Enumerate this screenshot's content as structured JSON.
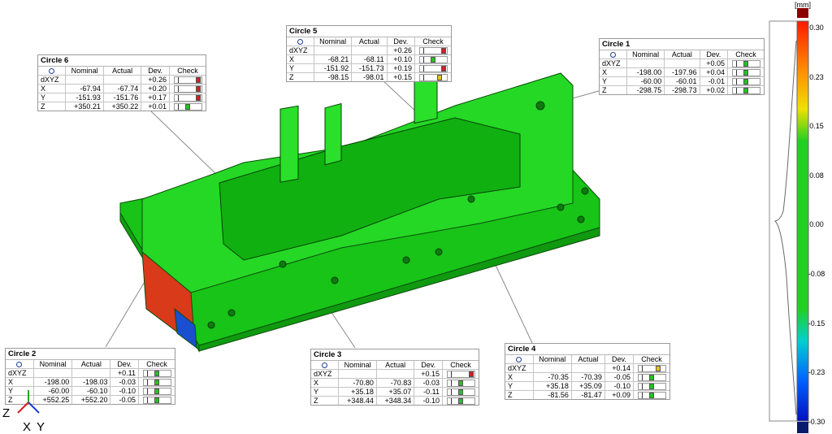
{
  "header": {
    "col_nominal": "Nominal",
    "col_actual": "Actual",
    "col_dev": "Dev.",
    "col_check": "Check"
  },
  "colors": {
    "model_green": "#1fd81f",
    "in_tolerance": "#22c322",
    "over_tolerance": "#cc2222",
    "warning": "#e8c020"
  },
  "circles": [
    {
      "title": "Circle 6",
      "rows": [
        {
          "label": "dXYZ",
          "nominal": "",
          "actual": "",
          "dev": "+0.26",
          "check": "red"
        },
        {
          "label": "X",
          "nominal": "-67.94",
          "actual": "-67.74",
          "dev": "+0.20",
          "check": "red"
        },
        {
          "label": "Y",
          "nominal": "-151.93",
          "actual": "-151.76",
          "dev": "+0.17",
          "check": "red"
        },
        {
          "label": "Z",
          "nominal": "+350.21",
          "actual": "+350.22",
          "dev": "+0.01",
          "check": "green"
        }
      ]
    },
    {
      "title": "Circle 5",
      "rows": [
        {
          "label": "dXYZ",
          "nominal": "",
          "actual": "",
          "dev": "+0.26",
          "check": "red"
        },
        {
          "label": "X",
          "nominal": "-68.21",
          "actual": "-68.11",
          "dev": "+0.10",
          "check": "green"
        },
        {
          "label": "Y",
          "nominal": "-151.92",
          "actual": "-151.73",
          "dev": "+0.19",
          "check": "red"
        },
        {
          "label": "Z",
          "nominal": "-98.15",
          "actual": "-98.01",
          "dev": "+0.15",
          "check": "yellow"
        }
      ]
    },
    {
      "title": "Circle 1",
      "rows": [
        {
          "label": "dXYZ",
          "nominal": "",
          "actual": "",
          "dev": "+0.05",
          "check": "green"
        },
        {
          "label": "X",
          "nominal": "-198.00",
          "actual": "-197.96",
          "dev": "+0.04",
          "check": "green"
        },
        {
          "label": "Y",
          "nominal": "-60.00",
          "actual": "-60.01",
          "dev": "-0.01",
          "check": "green"
        },
        {
          "label": "Z",
          "nominal": "-298.75",
          "actual": "-298.73",
          "dev": "+0.02",
          "check": "green"
        }
      ]
    },
    {
      "title": "Circle 2",
      "rows": [
        {
          "label": "dXYZ",
          "nominal": "",
          "actual": "",
          "dev": "+0.11",
          "check": "green"
        },
        {
          "label": "X",
          "nominal": "-198.00",
          "actual": "-198.03",
          "dev": "-0.03",
          "check": "green"
        },
        {
          "label": "Y",
          "nominal": "-60.00",
          "actual": "-60.10",
          "dev": "-0.10",
          "check": "green"
        },
        {
          "label": "Z",
          "nominal": "+552.25",
          "actual": "+552.20",
          "dev": "-0.05",
          "check": "green"
        }
      ]
    },
    {
      "title": "Circle 3",
      "rows": [
        {
          "label": "dXYZ",
          "nominal": "",
          "actual": "",
          "dev": "+0.15",
          "check": "red"
        },
        {
          "label": "X",
          "nominal": "-70.80",
          "actual": "-70.83",
          "dev": "-0.03",
          "check": "green"
        },
        {
          "label": "Y",
          "nominal": "+35.18",
          "actual": "+35.07",
          "dev": "-0.11",
          "check": "green"
        },
        {
          "label": "Z",
          "nominal": "+348.44",
          "actual": "+348.34",
          "dev": "-0.10",
          "check": "green"
        }
      ]
    },
    {
      "title": "Circle 4",
      "rows": [
        {
          "label": "dXYZ",
          "nominal": "",
          "actual": "",
          "dev": "+0.14",
          "check": "yellow"
        },
        {
          "label": "X",
          "nominal": "-70.35",
          "actual": "-70.39",
          "dev": "-0.05",
          "check": "green"
        },
        {
          "label": "Y",
          "nominal": "+35.18",
          "actual": "+35.09",
          "dev": "-0.10",
          "check": "green"
        },
        {
          "label": "Z",
          "nominal": "-81.56",
          "actual": "-81.47",
          "dev": "+0.09",
          "check": "green"
        }
      ]
    }
  ],
  "scale": {
    "unit": "[mm]",
    "labels": [
      "0.30",
      "0.23",
      "0.15",
      "0.08",
      "0.00",
      "-0.08",
      "-0.15",
      "-0.23",
      "-0.30"
    ],
    "top_color": "#8b0000",
    "bottom_color": "#0a1a6e"
  },
  "axes": {
    "x": "X",
    "y": "Y",
    "z": "Z"
  }
}
